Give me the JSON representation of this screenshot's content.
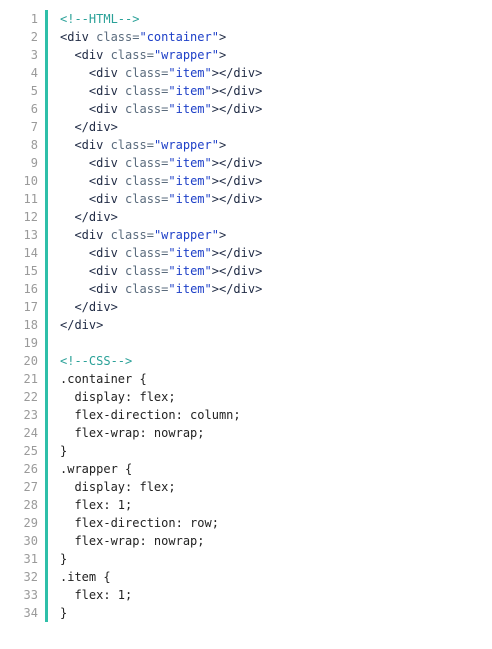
{
  "editor": {
    "lines": [
      {
        "n": "1",
        "indent": "",
        "segments": [
          {
            "t": "<!--HTML-->",
            "c": "comment"
          }
        ]
      },
      {
        "n": "2",
        "indent": "",
        "segments": [
          {
            "t": "<div ",
            "c": "tag"
          },
          {
            "t": "class=",
            "c": "attr"
          },
          {
            "t": "\"container\"",
            "c": "str"
          },
          {
            "t": ">",
            "c": "tag"
          }
        ]
      },
      {
        "n": "3",
        "indent": "  ",
        "segments": [
          {
            "t": "<div ",
            "c": "tag"
          },
          {
            "t": "class=",
            "c": "attr"
          },
          {
            "t": "\"wrapper\"",
            "c": "str"
          },
          {
            "t": ">",
            "c": "tag"
          }
        ]
      },
      {
        "n": "4",
        "indent": "    ",
        "segments": [
          {
            "t": "<div ",
            "c": "tag"
          },
          {
            "t": "class=",
            "c": "attr"
          },
          {
            "t": "\"item\"",
            "c": "str"
          },
          {
            "t": "></div>",
            "c": "tag"
          }
        ]
      },
      {
        "n": "5",
        "indent": "    ",
        "segments": [
          {
            "t": "<div ",
            "c": "tag"
          },
          {
            "t": "class=",
            "c": "attr"
          },
          {
            "t": "\"item\"",
            "c": "str"
          },
          {
            "t": "></div>",
            "c": "tag"
          }
        ]
      },
      {
        "n": "6",
        "indent": "    ",
        "segments": [
          {
            "t": "<div ",
            "c": "tag"
          },
          {
            "t": "class=",
            "c": "attr"
          },
          {
            "t": "\"item\"",
            "c": "str"
          },
          {
            "t": "></div>",
            "c": "tag"
          }
        ]
      },
      {
        "n": "7",
        "indent": "  ",
        "segments": [
          {
            "t": "</div>",
            "c": "tag"
          }
        ]
      },
      {
        "n": "8",
        "indent": "  ",
        "segments": [
          {
            "t": "<div ",
            "c": "tag"
          },
          {
            "t": "class=",
            "c": "attr"
          },
          {
            "t": "\"wrapper\"",
            "c": "str"
          },
          {
            "t": ">",
            "c": "tag"
          }
        ]
      },
      {
        "n": "9",
        "indent": "    ",
        "segments": [
          {
            "t": "<div ",
            "c": "tag"
          },
          {
            "t": "class=",
            "c": "attr"
          },
          {
            "t": "\"item\"",
            "c": "str"
          },
          {
            "t": "></div>",
            "c": "tag"
          }
        ]
      },
      {
        "n": "10",
        "indent": "    ",
        "segments": [
          {
            "t": "<div ",
            "c": "tag"
          },
          {
            "t": "class=",
            "c": "attr"
          },
          {
            "t": "\"item\"",
            "c": "str"
          },
          {
            "t": "></div>",
            "c": "tag"
          }
        ]
      },
      {
        "n": "11",
        "indent": "    ",
        "segments": [
          {
            "t": "<div ",
            "c": "tag"
          },
          {
            "t": "class=",
            "c": "attr"
          },
          {
            "t": "\"item\"",
            "c": "str"
          },
          {
            "t": "></div>",
            "c": "tag"
          }
        ]
      },
      {
        "n": "12",
        "indent": "  ",
        "segments": [
          {
            "t": "</div>",
            "c": "tag"
          }
        ]
      },
      {
        "n": "13",
        "indent": "  ",
        "segments": [
          {
            "t": "<div ",
            "c": "tag"
          },
          {
            "t": "class=",
            "c": "attr"
          },
          {
            "t": "\"wrapper\"",
            "c": "str"
          },
          {
            "t": ">",
            "c": "tag"
          }
        ]
      },
      {
        "n": "14",
        "indent": "    ",
        "segments": [
          {
            "t": "<div ",
            "c": "tag"
          },
          {
            "t": "class=",
            "c": "attr"
          },
          {
            "t": "\"item\"",
            "c": "str"
          },
          {
            "t": "></div>",
            "c": "tag"
          }
        ]
      },
      {
        "n": "15",
        "indent": "    ",
        "segments": [
          {
            "t": "<div ",
            "c": "tag"
          },
          {
            "t": "class=",
            "c": "attr"
          },
          {
            "t": "\"item\"",
            "c": "str"
          },
          {
            "t": "></div>",
            "c": "tag"
          }
        ]
      },
      {
        "n": "16",
        "indent": "    ",
        "segments": [
          {
            "t": "<div ",
            "c": "tag"
          },
          {
            "t": "class=",
            "c": "attr"
          },
          {
            "t": "\"item\"",
            "c": "str"
          },
          {
            "t": "></div>",
            "c": "tag"
          }
        ]
      },
      {
        "n": "17",
        "indent": "  ",
        "segments": [
          {
            "t": "</div>",
            "c": "tag"
          }
        ]
      },
      {
        "n": "18",
        "indent": "",
        "segments": [
          {
            "t": "</div>",
            "c": "tag"
          }
        ]
      },
      {
        "n": "19",
        "indent": "",
        "segments": []
      },
      {
        "n": "20",
        "indent": "",
        "segments": [
          {
            "t": "<!--CSS-->",
            "c": "comment"
          }
        ]
      },
      {
        "n": "21",
        "indent": "",
        "segments": [
          {
            "t": ".container {",
            "c": "plain"
          }
        ]
      },
      {
        "n": "22",
        "indent": "  ",
        "segments": [
          {
            "t": "display: flex;",
            "c": "plain"
          }
        ]
      },
      {
        "n": "23",
        "indent": "  ",
        "segments": [
          {
            "t": "flex-direction: column;",
            "c": "plain"
          }
        ]
      },
      {
        "n": "24",
        "indent": "  ",
        "segments": [
          {
            "t": "flex-wrap: nowrap;",
            "c": "plain"
          }
        ]
      },
      {
        "n": "25",
        "indent": "",
        "segments": [
          {
            "t": "}",
            "c": "plain"
          }
        ]
      },
      {
        "n": "26",
        "indent": "",
        "segments": [
          {
            "t": ".wrapper {",
            "c": "plain"
          }
        ]
      },
      {
        "n": "27",
        "indent": "  ",
        "segments": [
          {
            "t": "display: flex;",
            "c": "plain"
          }
        ]
      },
      {
        "n": "28",
        "indent": "  ",
        "segments": [
          {
            "t": "flex: 1;",
            "c": "plain"
          }
        ]
      },
      {
        "n": "29",
        "indent": "  ",
        "segments": [
          {
            "t": "flex-direction: row;",
            "c": "plain"
          }
        ]
      },
      {
        "n": "30",
        "indent": "  ",
        "segments": [
          {
            "t": "flex-wrap: nowrap;",
            "c": "plain"
          }
        ]
      },
      {
        "n": "31",
        "indent": "",
        "segments": [
          {
            "t": "}",
            "c": "plain"
          }
        ]
      },
      {
        "n": "32",
        "indent": "",
        "segments": [
          {
            "t": ".item {",
            "c": "plain"
          }
        ]
      },
      {
        "n": "33",
        "indent": "  ",
        "segments": [
          {
            "t": "flex: 1;",
            "c": "plain"
          }
        ]
      },
      {
        "n": "34",
        "indent": "",
        "segments": [
          {
            "t": "}",
            "c": "plain"
          }
        ]
      }
    ]
  },
  "colors": {
    "gutter_bar": "#2fbfa9",
    "line_number": "#9a9a9a",
    "comment": "#2aa198",
    "tag": "#1f2a44",
    "attr": "#5a6b7d",
    "string": "#1e40c8"
  }
}
